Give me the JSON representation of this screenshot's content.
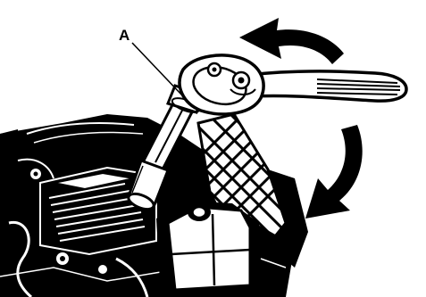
{
  "figure": {
    "callouts": [
      {
        "letter": "A",
        "target": "socket-extension"
      }
    ],
    "colors": {
      "ink": "#000000",
      "paper": "#ffffff"
    },
    "depicted_parts": [
      "ratchet-wrench",
      "socket-extension",
      "rotation-arrow",
      "engine-block",
      "lattice-guard"
    ]
  }
}
